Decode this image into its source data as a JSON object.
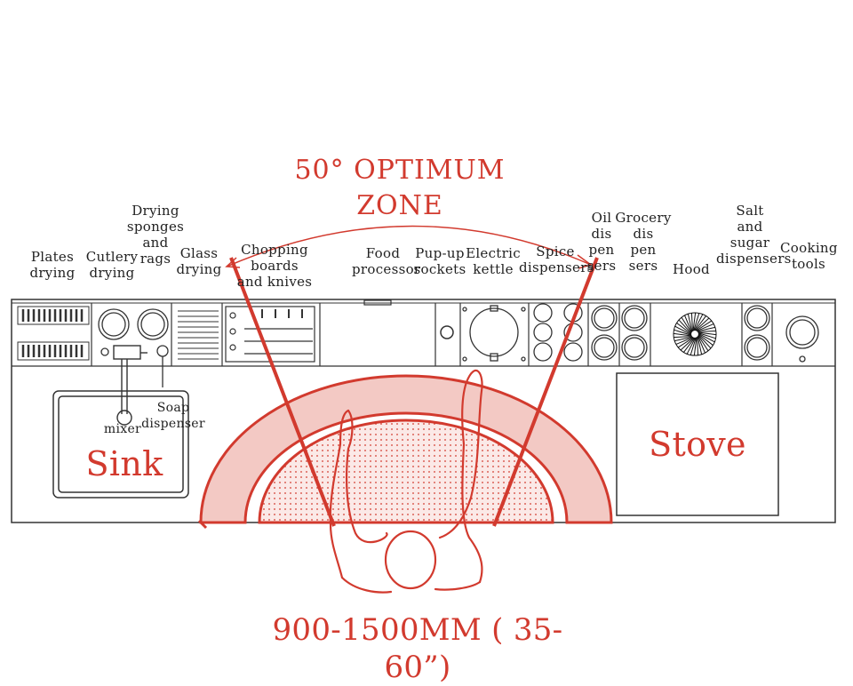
{
  "title": "50° OPTIMUM ZONE",
  "distance_label": "900-1500MM ( 35-60”)",
  "zone_labels": {
    "sink": "Sink",
    "stove": "Stove"
  },
  "item_labels": {
    "plates_drying": "Plates\ndrying",
    "cutlery_drying": "Cutlery\ndrying",
    "drying_sponges": "Drying\nsponges\nand\nrags",
    "glass_drying": "Glass\ndrying",
    "chopping_boards": "Chopping boards\nand knives",
    "food_processor": "Food\nprocessor",
    "pop_up_sockets": "Pup-up\nsockets",
    "electric_kettle": "Electric\nkettle",
    "spice_dispensers": "Spice\ndispensers",
    "oil_dispensers": "Oil\ndis\npen\nsers",
    "grocery_dispensers": "Grocery\ndis\npen\nsers",
    "hood": "Hood",
    "salt_sugar": "Salt\nand\nsugar\ndispensers",
    "cooking_tools": "Cooking\ntools",
    "soap_dispenser": "Soap\ndispenser",
    "mixer": "mixer"
  },
  "colors": {
    "accent": "#d23a2e",
    "zone_fill": "#f3c9c4",
    "line": "#333333"
  },
  "reach_angle_deg": 50
}
